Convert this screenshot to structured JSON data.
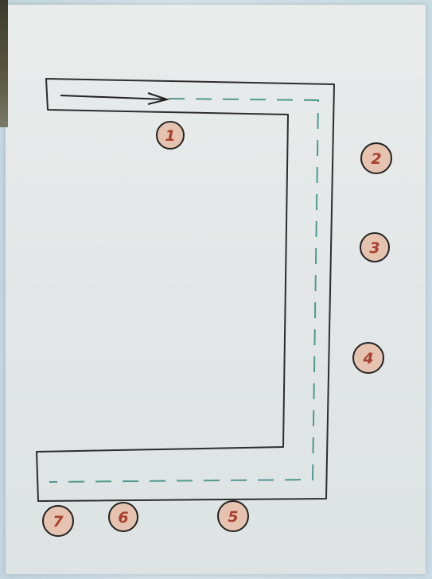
{
  "markers": [
    {
      "label": "1"
    },
    {
      "label": "2"
    },
    {
      "label": "3"
    },
    {
      "label": "4"
    },
    {
      "label": "5"
    },
    {
      "label": "6"
    },
    {
      "label": "7"
    }
  ],
  "colors": {
    "outline": "#2d2d2d",
    "path_dash": "#4f9a8c",
    "arrow": "#222222",
    "marker_ring": "#222222",
    "marker_fill": "#e6c2b0",
    "marker_text": "#a8402e"
  },
  "icons": {
    "direction": "arrow-right-icon"
  }
}
